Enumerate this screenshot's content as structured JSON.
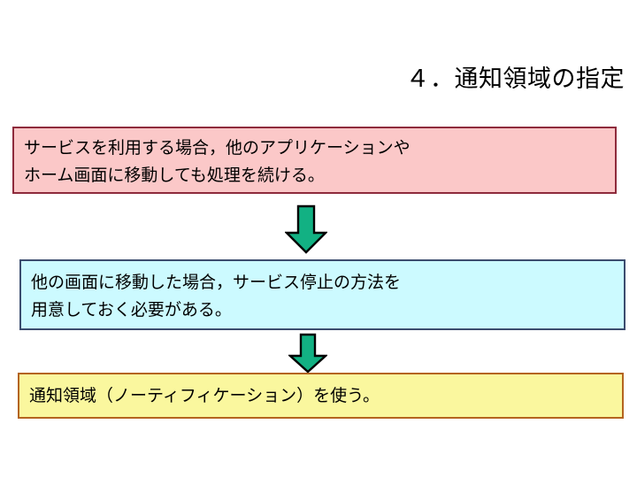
{
  "slide": {
    "title": "４．通知領域の指定",
    "background_color": "#ffffff",
    "boxes": [
      {
        "id": "box-problem",
        "fill_color": "#FBC8C8",
        "border_color": "#8E2B3C",
        "lines": [
          "サービスを利用する場合，他のアプリケーションや",
          "ホーム画面に移動しても処理を続ける。"
        ]
      },
      {
        "id": "box-requirement",
        "fill_color": "#CCFAFF",
        "border_color": "#3B4C6E",
        "lines": [
          "他の画面に移動した場合，サービス停止の方法を",
          "用意しておく必要がある。"
        ]
      },
      {
        "id": "box-conclusion",
        "fill_color": "#FAF79E",
        "border_color": "#B4641F",
        "lines": [
          "通知領域（ノーティフィケーション）を使う。"
        ]
      }
    ],
    "arrows": [
      {
        "id": "arrow-1",
        "direction": "down",
        "fill_color": "#12B183",
        "outline_color": "#000000"
      },
      {
        "id": "arrow-2",
        "direction": "down",
        "fill_color": "#12B183",
        "outline_color": "#000000"
      }
    ]
  }
}
